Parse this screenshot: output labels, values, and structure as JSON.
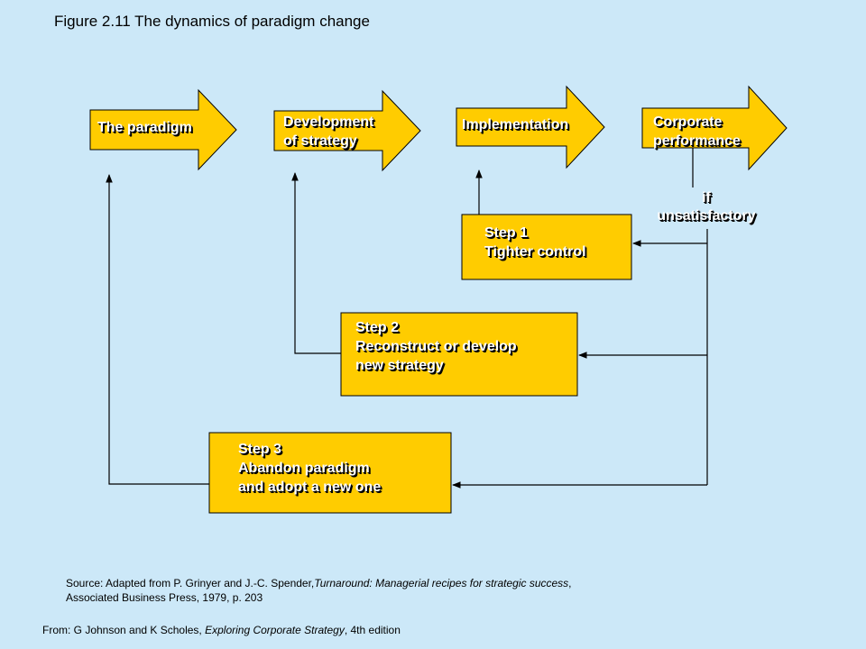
{
  "figure_title": "Figure 2.11 The dynamics of paradigm change",
  "stages": [
    {
      "label_1": "The paradigm",
      "label_2": ""
    },
    {
      "label_1": "Development",
      "label_2": "of strategy"
    },
    {
      "label_1": "Implementation",
      "label_2": ""
    },
    {
      "label_1": "Corporate",
      "label_2": "performance"
    }
  ],
  "condition": {
    "line_1": "if",
    "line_2": "unsatisfactory"
  },
  "steps": [
    {
      "heading": "Step 1",
      "line_1": "Tighter control",
      "line_2": ""
    },
    {
      "heading": "Step 2",
      "line_1": "Reconstruct or develop",
      "line_2": "new strategy"
    },
    {
      "heading": "Step 3",
      "line_1": "Abandon paradigm",
      "line_2": "and adopt a new one"
    }
  ],
  "source": {
    "prefix": "Source: Adapted from P. Grinyer and J.-C. Spender,",
    "title": "Turnaround:  Managerial recipes for strategic success",
    "suffix": ",",
    "line_2": "Associated Business Press, 1979, p. 203"
  },
  "from": {
    "prefix": "From: G Johnson and K Scholes, ",
    "title": "Exploring Corporate Strategy",
    "suffix": ", 4th edition"
  },
  "colors": {
    "background": "#cce8f8",
    "box_fill": "#ffcc00",
    "line": "#000000"
  }
}
